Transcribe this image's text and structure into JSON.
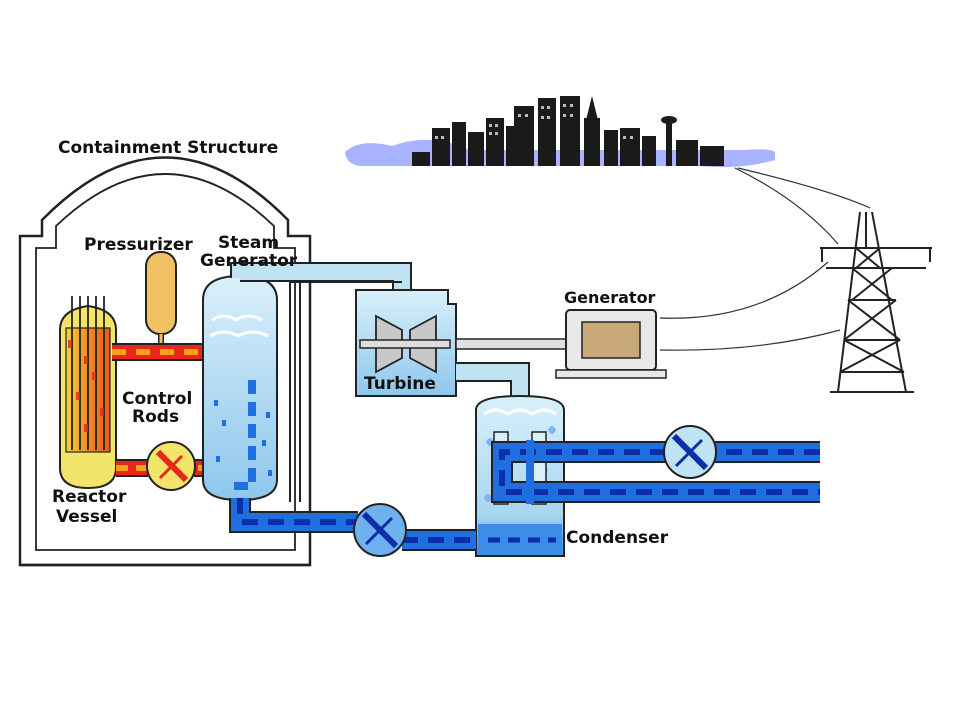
{
  "labels": {
    "containment": "Containment Structure",
    "pressurizer": "Pressurizer",
    "steam_generator_1": "Steam",
    "steam_generator_2": "Generator",
    "control_rods_1": "Control",
    "control_rods_2": "Rods",
    "reactor_vessel_1": "Reactor",
    "reactor_vessel_2": "Vessel",
    "turbine": "Turbine",
    "generator": "Generator",
    "condenser": "Condenser"
  },
  "colors": {
    "hot_loop": "#e8261c",
    "hot_loop_dash": "#f6a11a",
    "steam": "#bfe3f2",
    "cold_water": "#1f6fe0",
    "cold_dash": "#0b2fa8",
    "sky": "#a9b3ff",
    "city": "#1a1a1a",
    "reactor_core": "#f3e46a",
    "pressurizer": "#f0c062",
    "generator_body": "#e8e8e8"
  }
}
